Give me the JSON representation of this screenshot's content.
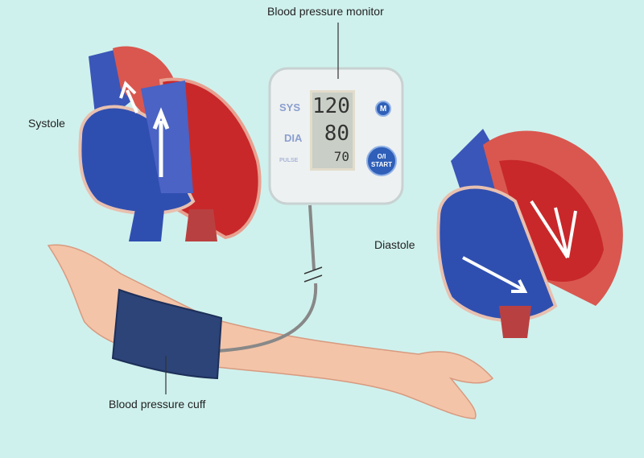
{
  "labels": {
    "monitor": "Blood pressure monitor",
    "systole": "Systole",
    "diastole": "Diastole",
    "cuff": "Blood pressure cuff"
  },
  "monitor": {
    "sys_label": "SYS",
    "dia_label": "DIA",
    "pulse_label": "PULSE",
    "sys_value": "120",
    "dia_value": "80",
    "pulse_value": "70",
    "m_button": "M",
    "start_button_line1": "O/I",
    "start_button_line2": "START"
  },
  "colors": {
    "background": "#cff1ed",
    "oxygenated": "#c8282a",
    "deoxygenated": "#2f4fb0",
    "cuff": "#2c4478"
  }
}
